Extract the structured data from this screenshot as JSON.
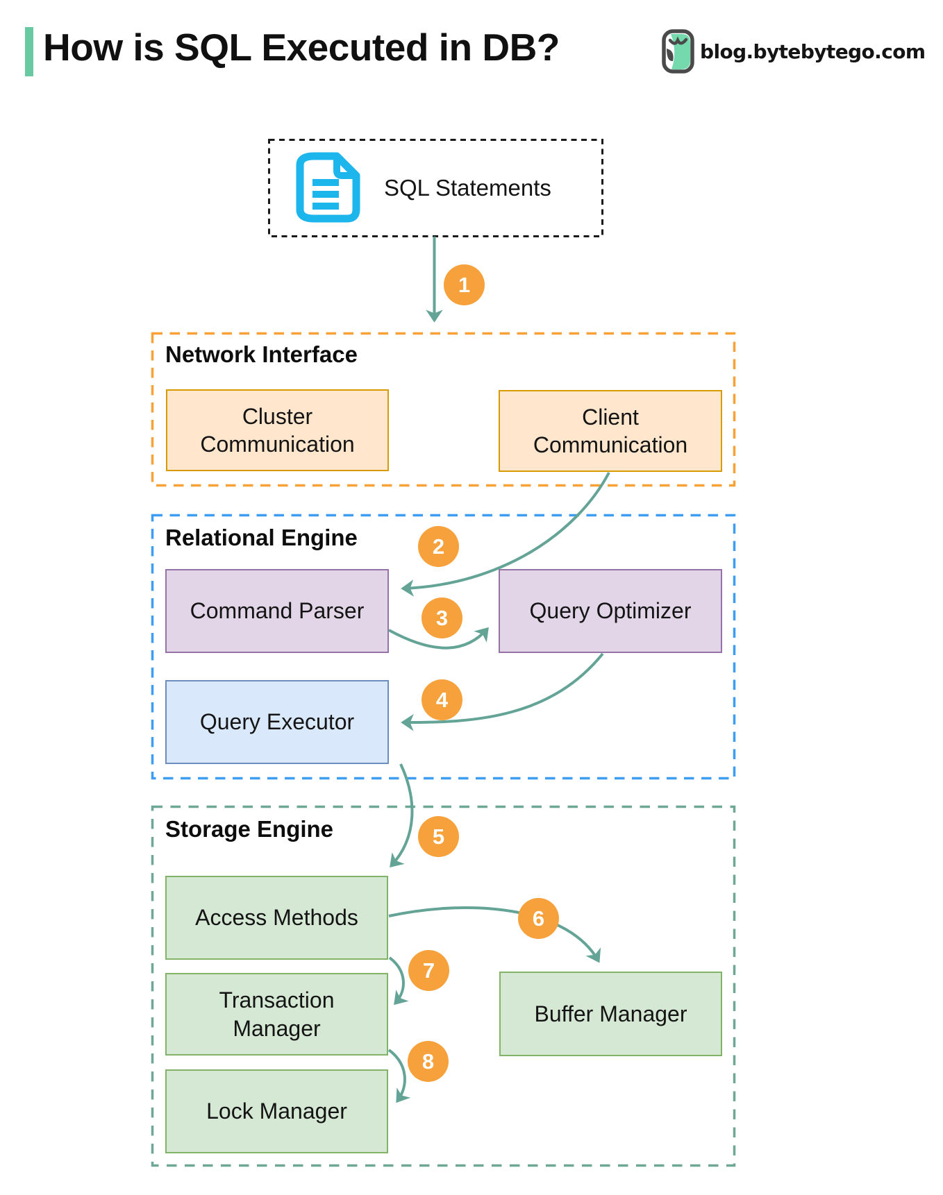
{
  "title": "How is SQL Executed in DB?",
  "site": "blog.bytebytego.com",
  "source_box": {
    "label": "SQL Statements",
    "icon": "document-icon"
  },
  "steps": [
    "1",
    "2",
    "3",
    "4",
    "5",
    "6",
    "7",
    "8"
  ],
  "sections": [
    {
      "label": "Network Interface",
      "border_color": "#f7a136",
      "boxes": [
        {
          "label": "Cluster Communication",
          "fill": "#ffe6cc",
          "stroke": "#d79b00"
        },
        {
          "label": "Client Communication",
          "fill": "#ffe6cc",
          "stroke": "#d79b00"
        }
      ]
    },
    {
      "label": "Relational Engine",
      "border_color": "#3d9df3",
      "boxes": [
        {
          "label": "Command Parser",
          "fill": "#e1d5e7",
          "stroke": "#9673a6"
        },
        {
          "label": "Query Optimizer",
          "fill": "#e1d5e7",
          "stroke": "#9673a6"
        },
        {
          "label": "Query Executor",
          "fill": "#dae8fc",
          "stroke": "#6c8ebf"
        }
      ]
    },
    {
      "label": "Storage Engine",
      "border_color": "#6fa796",
      "boxes": [
        {
          "label": "Access Methods",
          "fill": "#d5e8d4",
          "stroke": "#82b366"
        },
        {
          "label": "Transaction Manager",
          "fill": "#d5e8d4",
          "stroke": "#82b366"
        },
        {
          "label": "Lock Manager",
          "fill": "#d5e8d4",
          "stroke": "#82b366"
        },
        {
          "label": "Buffer Manager",
          "fill": "#d5e8d4",
          "stroke": "#82b366"
        }
      ]
    }
  ],
  "flow": [
    {
      "step": "1",
      "from": "SQL Statements",
      "to": "Network Interface"
    },
    {
      "step": "2",
      "from": "Client Communication",
      "to": "Command Parser"
    },
    {
      "step": "3",
      "from": "Command Parser",
      "to": "Query Optimizer"
    },
    {
      "step": "4",
      "from": "Query Optimizer",
      "to": "Query Executor"
    },
    {
      "step": "5",
      "from": "Query Executor",
      "to": "Access Methods"
    },
    {
      "step": "6",
      "from": "Access Methods",
      "to": "Buffer Manager"
    },
    {
      "step": "7",
      "from": "Access Methods",
      "to": "Transaction Manager"
    },
    {
      "step": "8",
      "from": "Transaction Manager",
      "to": "Lock Manager"
    }
  ],
  "colors": {
    "accent_bar": "#68c9a3",
    "arrow": "#64a496",
    "step_circle": "#f6a13b",
    "document_icon": "#1cb5ec",
    "logo_green": "#74d9ac",
    "logo_dark": "#4a4a4a"
  }
}
